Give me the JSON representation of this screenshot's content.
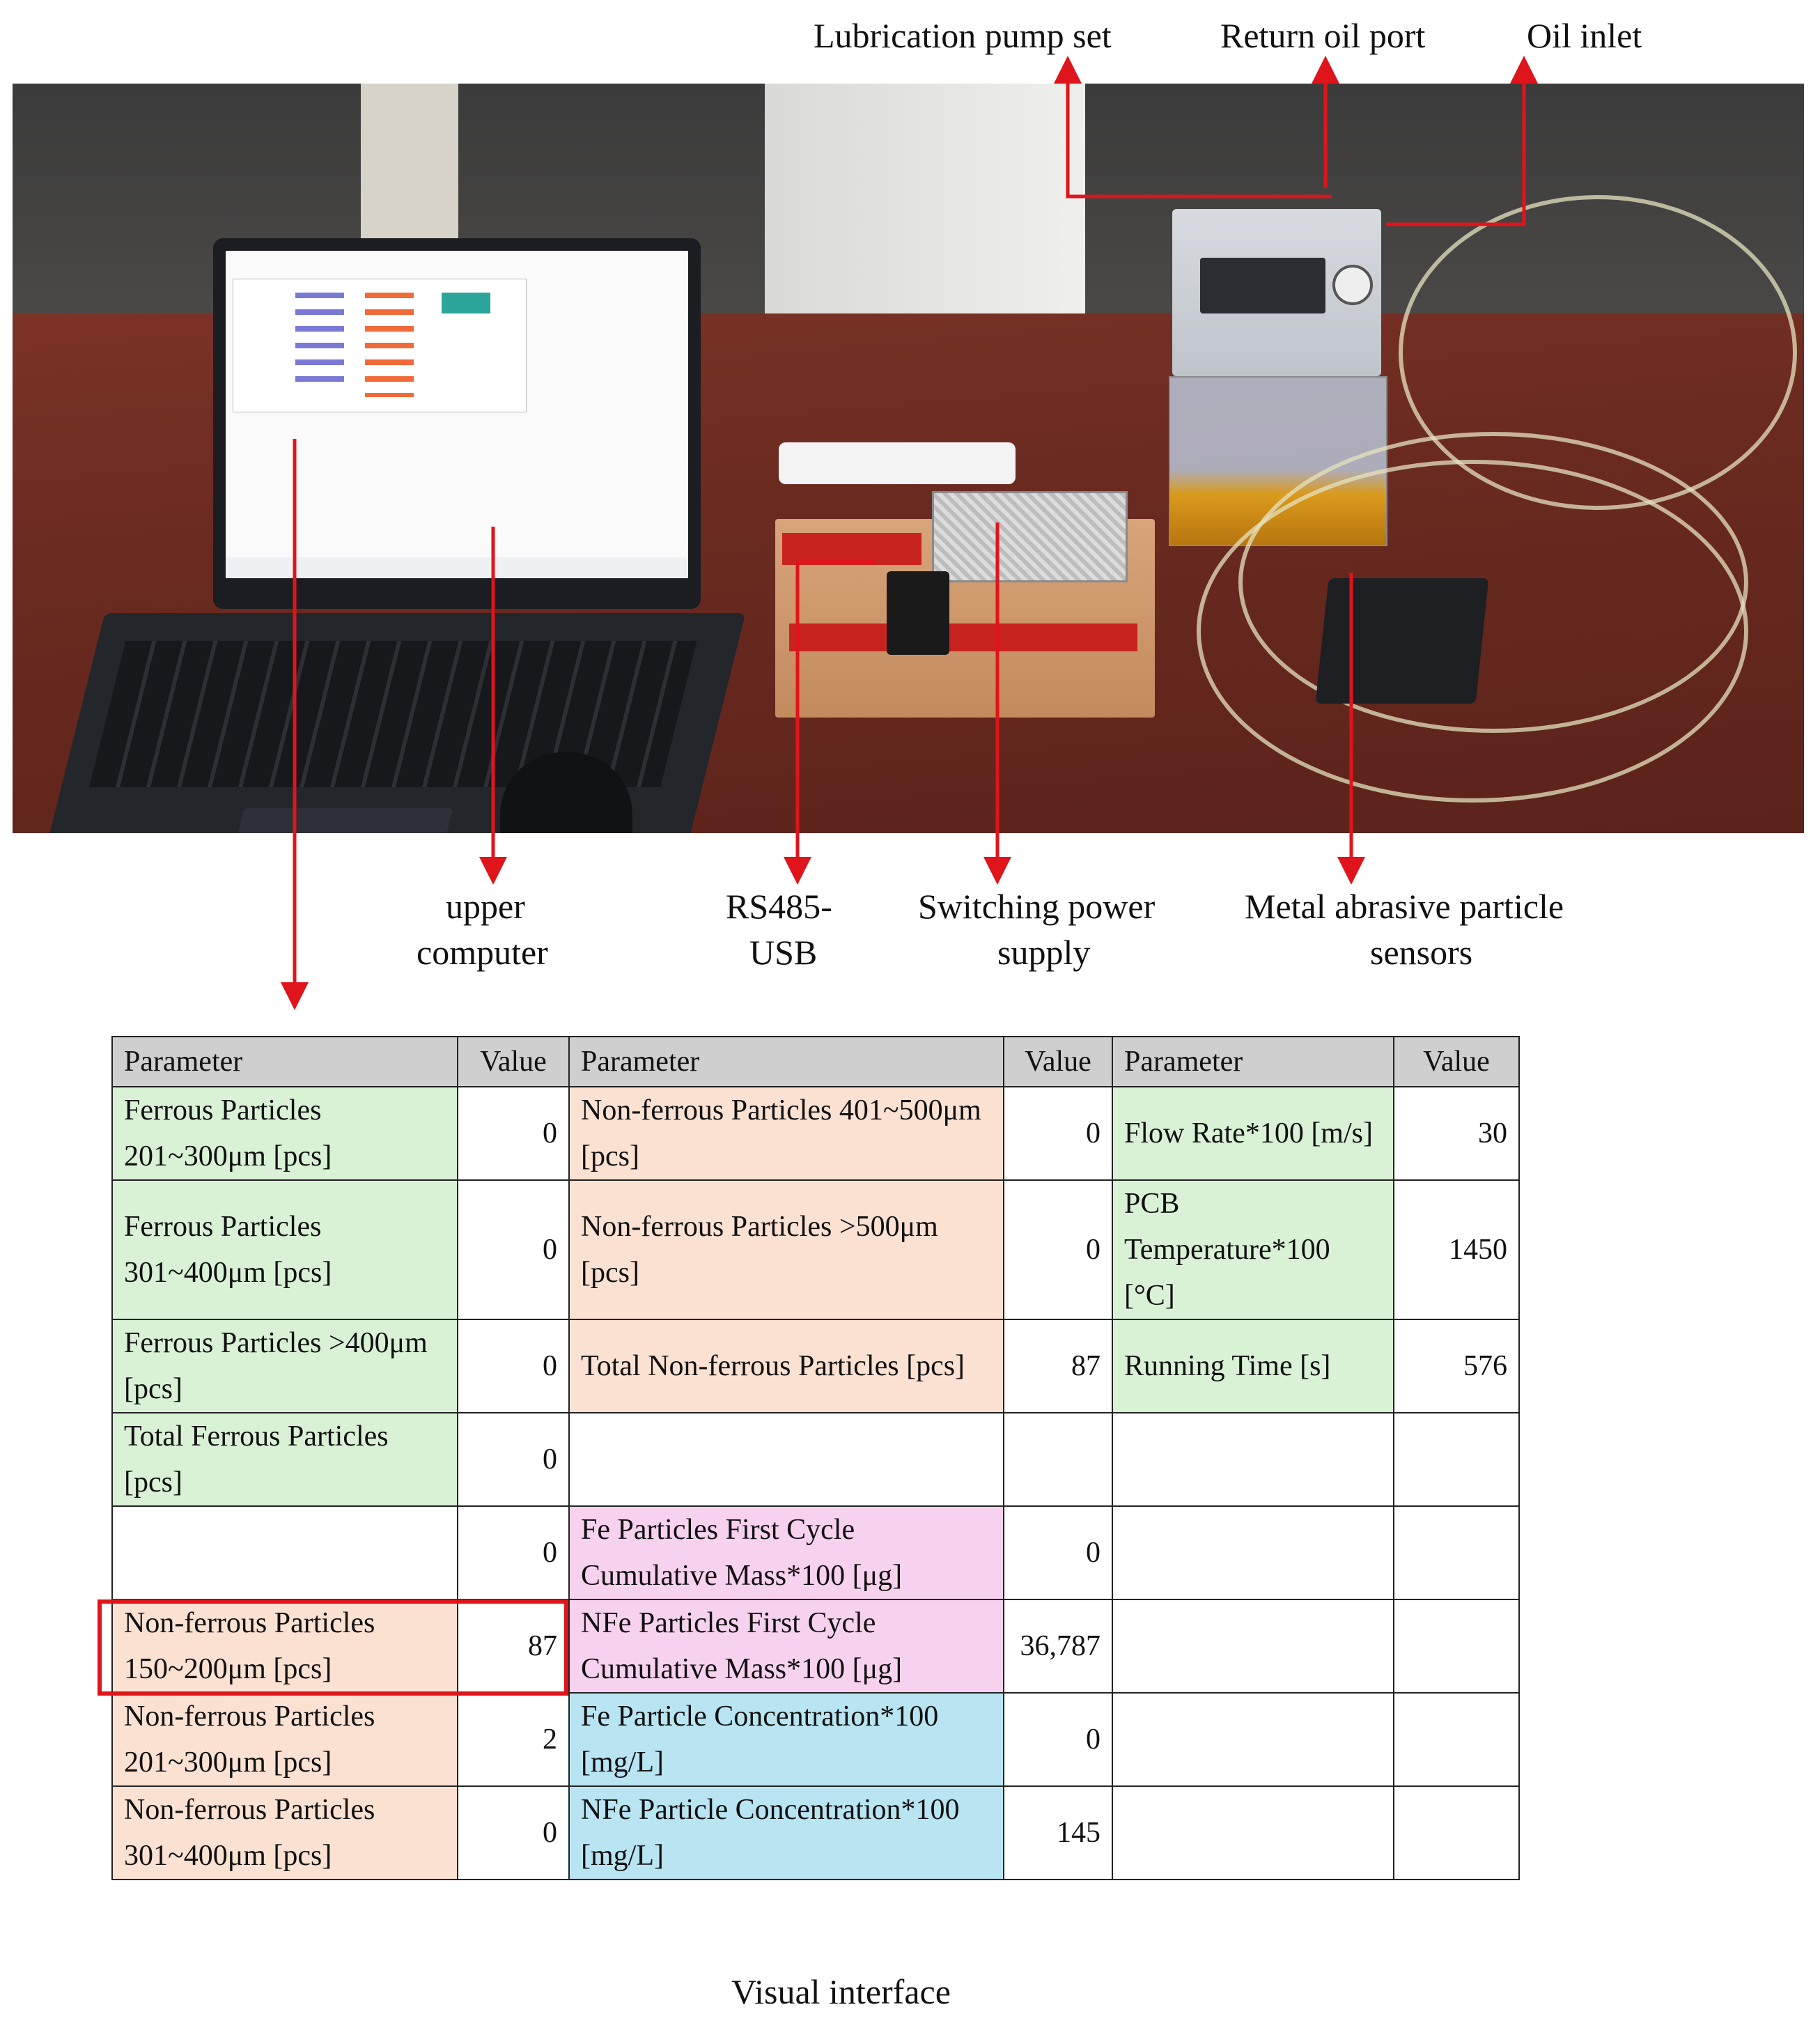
{
  "labels": {
    "lubrication_pump_set": "Lubrication pump set",
    "return_oil_port": "Return oil port",
    "oil_inlet": "Oil inlet",
    "upper_computer_1": "upper",
    "upper_computer_2": "computer",
    "rs485_1": "RS485-",
    "rs485_2": "USB",
    "switching_power_1": "Switching power",
    "switching_power_2": "supply",
    "sensors_1": "Metal abrasive particle",
    "sensors_2": "sensors",
    "caption": "Visual interface"
  },
  "colors": {
    "arrow": "#e0141b",
    "green_cell": "#d9f2d6",
    "orange_cell": "#fbe1d1",
    "pink_cell": "#f7d2ee",
    "blue_cell": "#b9e4f2",
    "header": "#cfcfcf"
  },
  "table": {
    "headers": [
      "Parameter",
      "Value",
      "Parameter",
      "Value",
      "Parameter",
      "Value"
    ],
    "rows": [
      {
        "p1": "Ferrous Particles 201~300μm [pcs]",
        "v1": "0",
        "p2": "Non-ferrous Particles 401~500μm [pcs]",
        "v2": "0",
        "p3": "Flow Rate*100 [m/s]",
        "v3": "30"
      },
      {
        "p1": "Ferrous Particles 301~400μm [pcs]",
        "v1": "0",
        "p2": "Non-ferrous Particles >500μm [pcs]",
        "v2": "0",
        "p3": "PCB Temperature*100 [°C]",
        "v3": "1450"
      },
      {
        "p1": "Ferrous Particles >400μm [pcs]",
        "v1": "0",
        "p2": "Total Non-ferrous Particles [pcs]",
        "v2": "87",
        "p3": "Running Time [s]",
        "v3": "576"
      },
      {
        "p1": "Total Ferrous Particles [pcs]",
        "v1": "0",
        "p2": "",
        "v2": "",
        "p3": "",
        "v3": ""
      },
      {
        "p1": "",
        "v1": "0",
        "p2": "Fe Particles First Cycle Cumulative Mass*100 [μg]",
        "v2": "0",
        "p3": "",
        "v3": ""
      },
      {
        "p1": "Non-ferrous Particles 150~200μm [pcs]",
        "v1": "87",
        "p2": "NFe Particles First Cycle Cumulative Mass*100 [μg]",
        "v2": "36,787",
        "p3": "",
        "v3": ""
      },
      {
        "p1": "Non-ferrous Particles 201~300μm [pcs]",
        "v1": "2",
        "p2": "Fe Particle Concentration*100 [mg/L]",
        "v2": "0",
        "p3": "",
        "v3": ""
      },
      {
        "p1": "Non-ferrous Particles 301~400μm [pcs]",
        "v1": "0",
        "p2": "NFe Particle Concentration*100 [mg/L]",
        "v2": "145",
        "p3": "",
        "v3": ""
      }
    ]
  }
}
